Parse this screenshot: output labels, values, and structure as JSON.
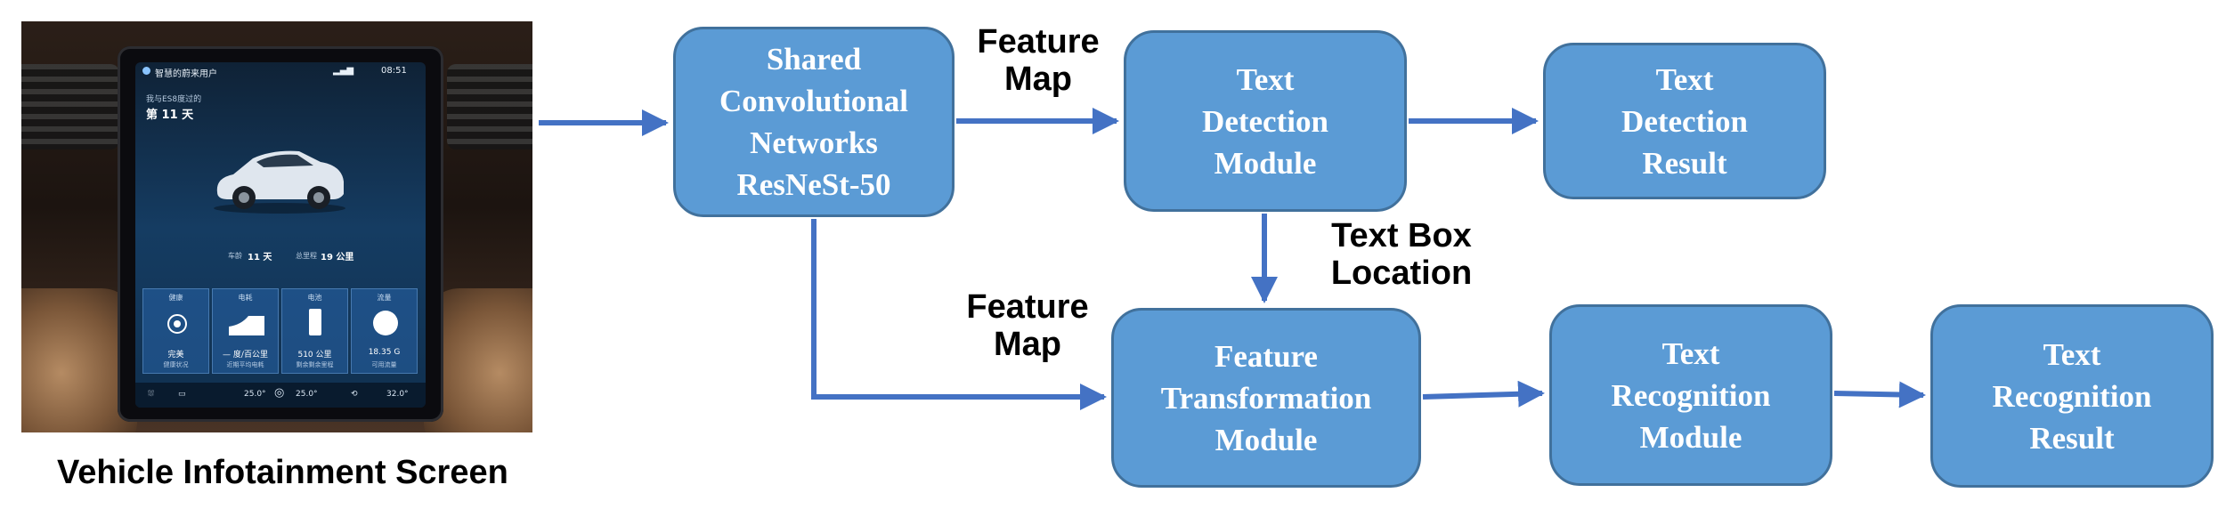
{
  "diagram": {
    "nodes": [
      {
        "id": "shared",
        "label": "Shared\nConvolutional\nNetworks\nResNeSt-50"
      },
      {
        "id": "det_module",
        "label": "Text\nDetection\nModule"
      },
      {
        "id": "det_result",
        "label": "Text\nDetection\nResult"
      },
      {
        "id": "ft_module",
        "label": "Feature\nTransformation\nModule"
      },
      {
        "id": "rec_module",
        "label": "Text\nRecognition\nModule"
      },
      {
        "id": "rec_result",
        "label": "Text\nRecognition\nResult"
      }
    ],
    "edges": [
      {
        "id": "image_to_shared",
        "from": "image",
        "to": "shared",
        "label": ""
      },
      {
        "id": "shared_to_det",
        "from": "shared",
        "to": "det_module",
        "label": "Feature\nMap"
      },
      {
        "id": "det_to_result",
        "from": "det_module",
        "to": "det_result",
        "label": ""
      },
      {
        "id": "det_to_ft",
        "from": "det_module",
        "to": "ft_module",
        "label": "Text Box\nLocation"
      },
      {
        "id": "shared_to_ft",
        "from": "shared",
        "to": "ft_module",
        "label": "Feature\nMap"
      },
      {
        "id": "ft_to_rec",
        "from": "ft_module",
        "to": "rec_module",
        "label": ""
      },
      {
        "id": "rec_to_result",
        "from": "rec_module",
        "to": "rec_result",
        "label": ""
      }
    ],
    "image_caption": "Vehicle Infotainment Screen"
  },
  "screen": {
    "status_title": "智慧的蔚来用户",
    "time": "08:51",
    "greeting": "我与ES8度过的",
    "days": "第 11 天",
    "age_label": "车龄",
    "age_value": "11 天",
    "mileage_label": "总里程",
    "mileage_value": "19 公里",
    "tiles": [
      {
        "header": "健康",
        "value": "完美",
        "label": "健康状况"
      },
      {
        "header": "电耗",
        "value": "— 度/百公里",
        "label": "近期平均电耗"
      },
      {
        "header": "电池",
        "value": "510 公里",
        "label": "剩余剩余里程"
      },
      {
        "header": "流量",
        "value": "18.35 G",
        "label": "可用流量"
      }
    ],
    "temp_left": "25.0°",
    "temp_right": "25.0°",
    "temp_outside": "32.0°"
  },
  "colors": {
    "box_fill": "#5b9bd5",
    "box_border": "#41719c",
    "arrow": "#4472c4",
    "box_text": "#ffffff"
  }
}
